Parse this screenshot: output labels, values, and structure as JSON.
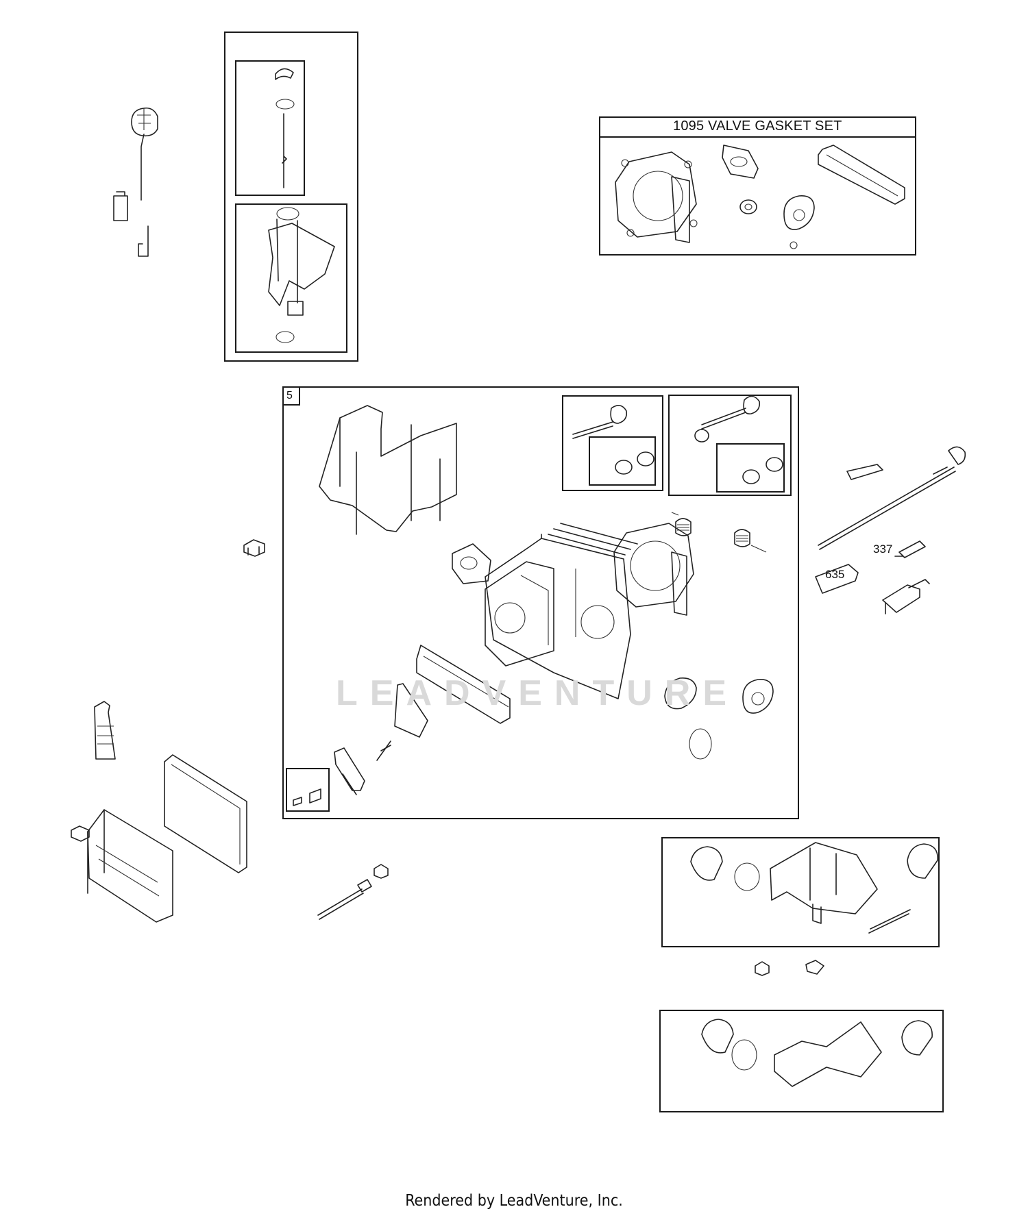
{
  "diagram": {
    "kit_title": "1095 VALVE GASKET SET",
    "assembly_box_number": "5",
    "part_labels": [
      "337",
      "635"
    ],
    "watermark": "LEADVENTURE",
    "footer": "Rendered by LeadVenture, Inc."
  },
  "colors": {
    "line": "#1a1a1a",
    "watermark": "#d9d9d9",
    "background": "#ffffff"
  }
}
